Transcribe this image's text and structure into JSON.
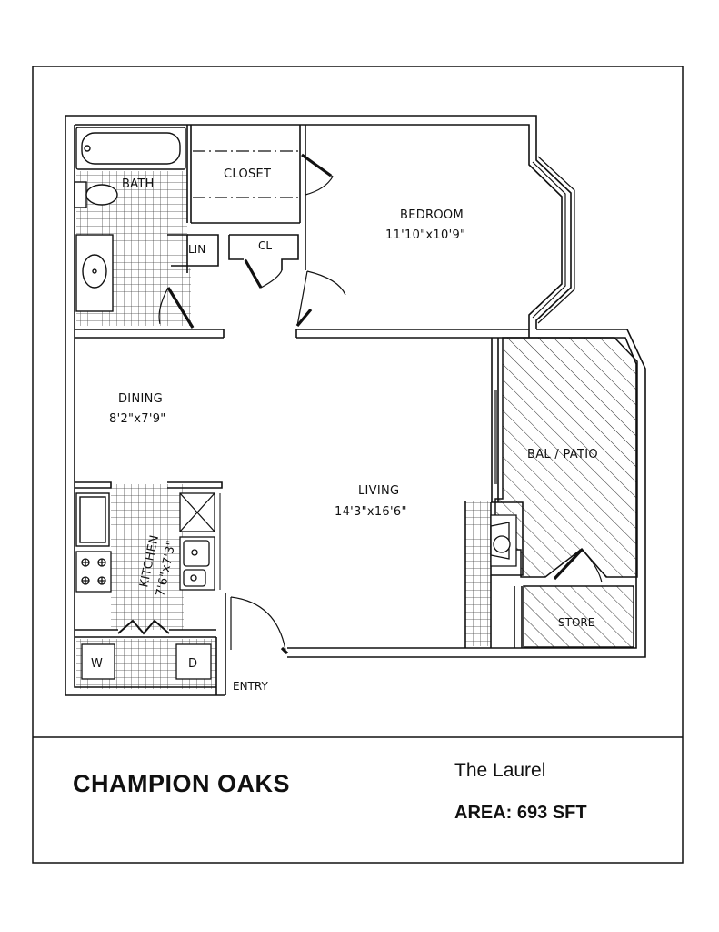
{
  "footer": {
    "complex_name": "CHAMPION OAKS",
    "plan_name": "The Laurel",
    "area_label": "AREA:",
    "area_value": "693 SFT"
  },
  "rooms": {
    "bath": "BATH",
    "closet": "CLOSET",
    "linen": "LIN",
    "cl": "CL",
    "bedroom": "BEDROOM",
    "bedroom_dims": "11'10\"x10'9\"",
    "dining": "DINING",
    "dining_dims": "8'2\"x7'9\"",
    "living": "LIVING",
    "living_dims": "14'3\"x16'6\"",
    "kitchen": "KITCHEN",
    "kitchen_dims": "7'6\"x7'3\"",
    "balcony": "BAL / PATIO",
    "store": "STORE",
    "entry": "ENTRY",
    "washer": "W",
    "dryer": "D"
  }
}
